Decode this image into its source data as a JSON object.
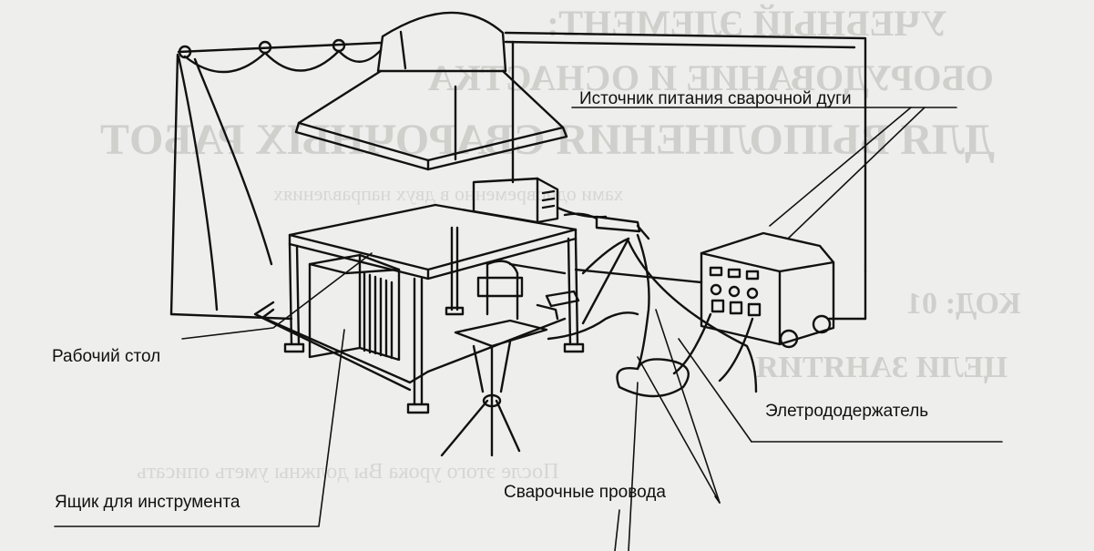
{
  "labels": {
    "power_source": "Источник питания сварочной дуги",
    "work_table": "Рабочий стол",
    "electrode_holder": "Элетрододержатель",
    "tool_box": "Ящик для инструмента",
    "welding_wires": "Сварочные провода"
  },
  "colors": {
    "paper": "#eeeeec",
    "ink": "#111111",
    "ghost": "#cfcfcc"
  }
}
